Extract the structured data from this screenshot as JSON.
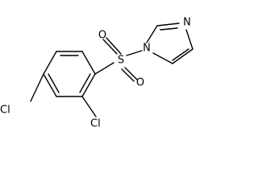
{
  "molecule": {
    "atoms": {
      "sulfur": "S",
      "oxygen_top": "O",
      "oxygen_bottom": "O",
      "nitrogen_sulfonyl": "N",
      "nitrogen_imine": "N",
      "chlorine_ortho": "Cl",
      "chlorine_para": "Cl"
    }
  }
}
